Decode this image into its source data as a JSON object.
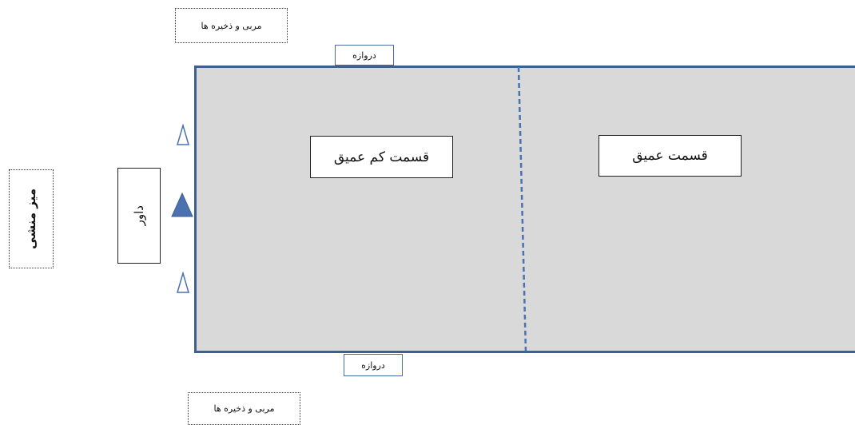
{
  "coach_top": {
    "label": "مربی و ذخیره ها"
  },
  "coach_bottom": {
    "label": "مربی و ذخیره ها"
  },
  "goal_top": {
    "label": "دروازه"
  },
  "goal_bottom": {
    "label": "دروازه"
  },
  "shallow_zone": {
    "label": "قسمت کم عمیق"
  },
  "deep_zone": {
    "label": "قسمت عمیق"
  },
  "referee": {
    "label": "داور"
  },
  "secretary_table": {
    "label": "میز منشی"
  },
  "colors": {
    "pool_fill": "#d9d9d9",
    "pool_border": "#3f5f8f",
    "marker_fill": "#4a72b0",
    "divider": "#4a72b0"
  }
}
